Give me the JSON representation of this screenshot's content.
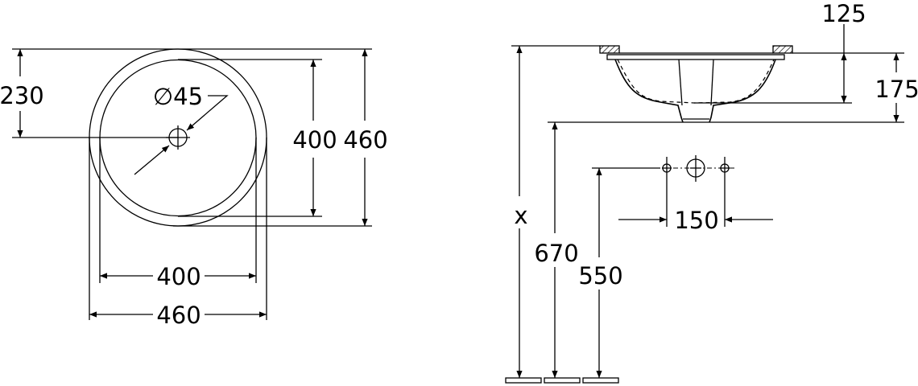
{
  "top_view": {
    "dim_center_height": "230",
    "dim_drain_diameter": "∅45",
    "dim_inner_height": "400",
    "dim_outer_height": "460",
    "dim_inner_width": "400",
    "dim_outer_width": "460"
  },
  "side_view": {
    "dim_bowl_depth": "125",
    "dim_total_depth": "175",
    "dim_mount_height": "x",
    "dim_underside_height": "670",
    "dim_drain_height": "550",
    "dim_tap_spacing": "150"
  },
  "colors": {
    "line": "#000000",
    "background": "#ffffff"
  }
}
